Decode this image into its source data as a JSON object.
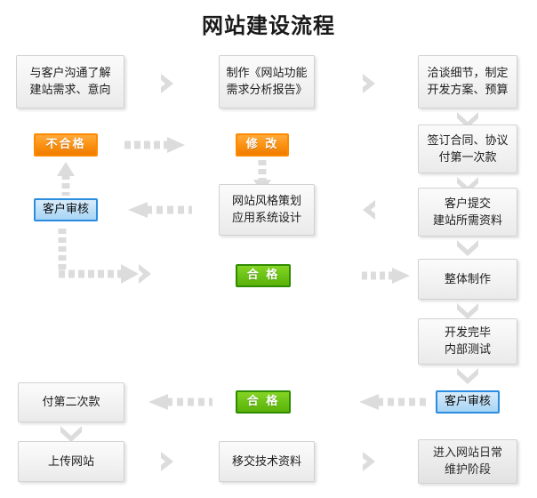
{
  "title": "网站建设流程",
  "colors": {
    "node_fill": "#f4f4f4",
    "node_border": "#d2d2d2",
    "arrow": "#d8d8d8",
    "badge_orange": "#fb9212",
    "badge_orange_border": "#ff8a00",
    "badge_blue": "#bfe0f8",
    "badge_blue_border": "#2a8de0",
    "badge_green": "#6cc316",
    "badge_green_border": "#2f8c00"
  },
  "nodes": {
    "communicate": "与客户沟通了解\n建站需求、意向",
    "report": "制作《网站功能\n需求分析报告》",
    "negotiate": "洽谈细节，制定\n开发方案、预算",
    "contract": "签订合同、协议\n付第一次款",
    "materials": "客户提交\n建站所需资料",
    "design": "网站风格策划\n应用系统设计",
    "production": "整体制作",
    "testing": "开发完毕\n内部测试",
    "second_payment": "付第二次款",
    "upload": "上传网站",
    "handover": "移交技术资料",
    "maintenance": "进入网站日常\n维护阶段"
  },
  "badges": {
    "fail": "不合格",
    "review_mid": "客户审核",
    "modify": "修 改",
    "pass_mid": "合 格",
    "pass_bottom": "合 格",
    "review_bottom": "客户审核"
  },
  "connectors": {
    "c1": "chevron-right-icon",
    "c2": "chevron-right-icon",
    "c3": "chevron-down-icon",
    "c4": "dashed-arrow-right-icon",
    "c5": "dashed-arrow-down-icon",
    "c6": "chevron-down-icon",
    "c7": "dashed-arrow-up-icon",
    "c8": "dashed-arrow-left-icon",
    "c9": "chevron-left-icon",
    "c10": "dashed-elbow-arrow-right-icon",
    "c11": "dashed-arrow-right-icon",
    "c12": "chevron-down-icon",
    "c13": "chevron-down-icon",
    "c14": "chevron-down-icon",
    "c15": "dashed-arrow-left-icon",
    "c16": "dashed-arrow-left-icon",
    "c17": "chevron-down-icon",
    "c18": "chevron-right-icon",
    "c19": "chevron-right-icon"
  }
}
